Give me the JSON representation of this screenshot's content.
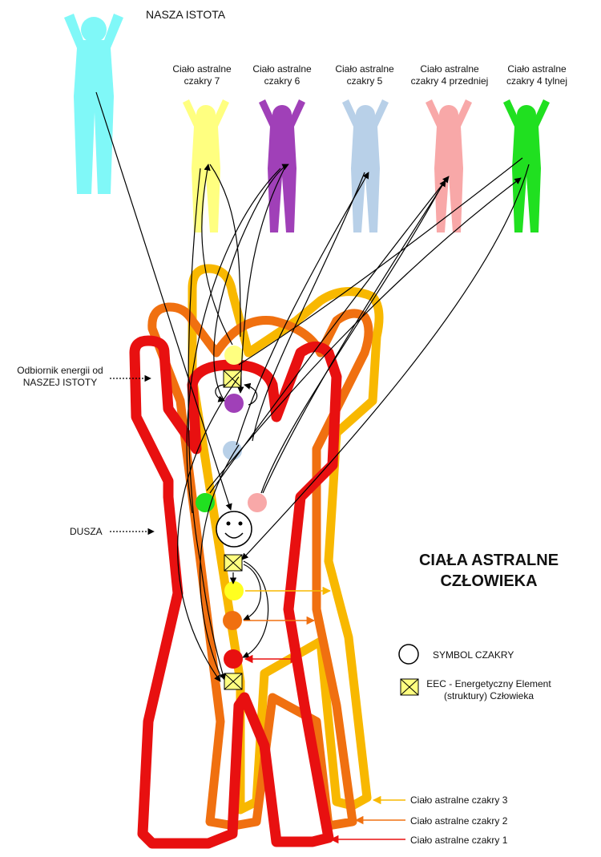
{
  "top_label": "NASZA ISTOTA",
  "figures": [
    {
      "line1": "Ciało astralne",
      "line2": "czakry 7",
      "color": "#ffff80"
    },
    {
      "line1": "Ciało astralne",
      "line2": "czakry 6",
      "color": "#a040b8"
    },
    {
      "line1": "Ciało astralne",
      "line2": "czakry 5",
      "color": "#b8d0e8"
    },
    {
      "line1": "Ciało astralne",
      "line2": "czakry 4 przedniej",
      "color": "#f8a8a8"
    },
    {
      "line1": "Ciało astralne",
      "line2": "czakry 4 tylnej",
      "color": "#20e020"
    }
  ],
  "our_being_color": "#80f8f8",
  "left_labels": {
    "receiver_line1": "Odbiornik energii od",
    "receiver_line2": "NASZEJ ISTOTY",
    "soul": "DUSZA"
  },
  "main_title": {
    "line1": "CIAŁA  ASTRALNE",
    "line2": "CZŁOWIEKA"
  },
  "legend": {
    "chakra_symbol": "SYMBOL CZAKRY",
    "eec_line1": "EEC - Energetyczny Element",
    "eec_line2": "(struktury) Człowieka"
  },
  "bodies": [
    {
      "label": "Ciało astralne czakry 3",
      "color": "#f8b800"
    },
    {
      "label": "Ciało astralne czakry 2",
      "color": "#f07010"
    },
    {
      "label": "Ciało astralne czakry 1",
      "color": "#e81010"
    }
  ]
}
